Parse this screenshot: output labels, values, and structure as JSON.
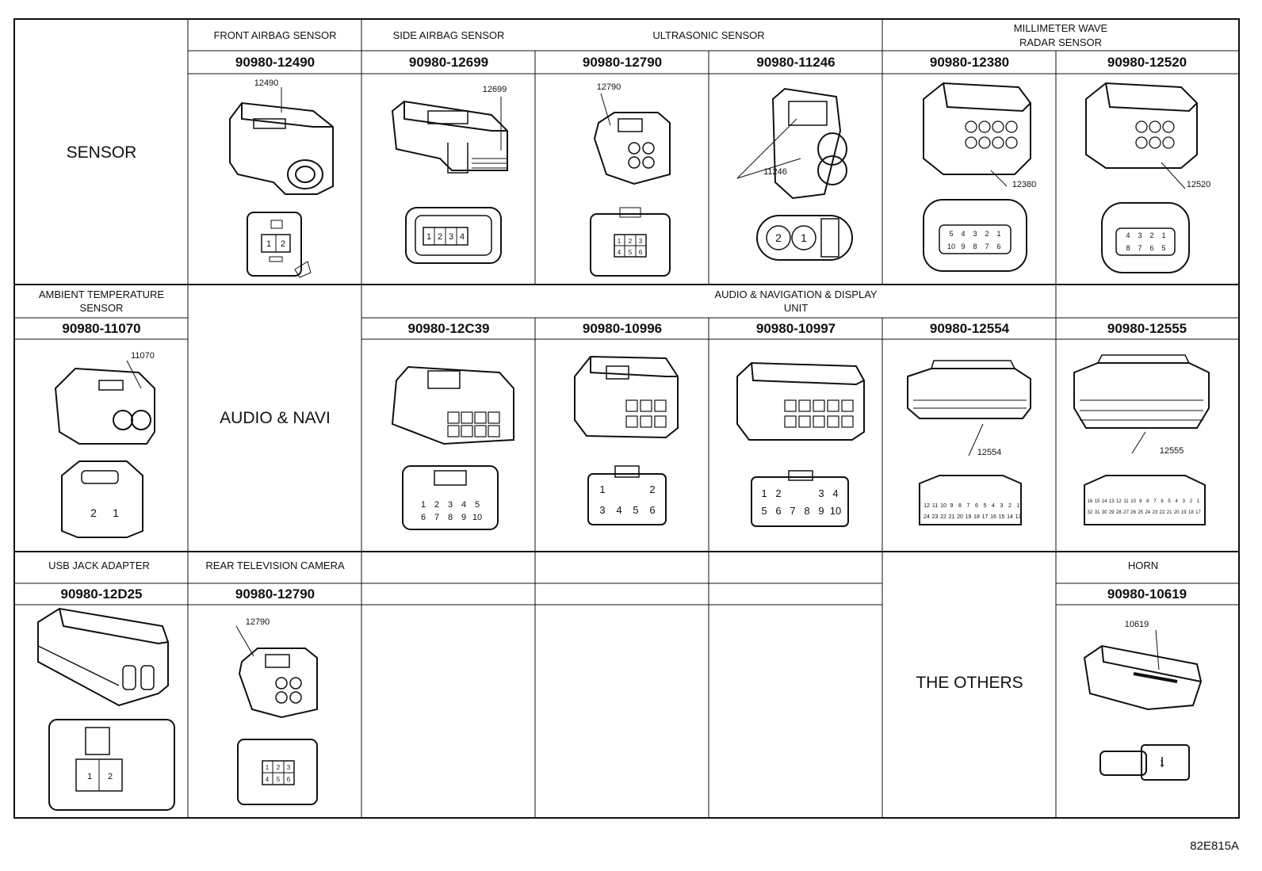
{
  "figure_code": "82E815A",
  "rows": [
    {
      "row_label": "SENSOR",
      "categories": [
        {
          "lines": [
            "FRONT AIRBAG SENSOR"
          ]
        },
        {
          "lines": [
            "SIDE AIRBAG SENSOR"
          ]
        },
        {
          "lines": [
            "ULTRASONIC SENSOR"
          ]
        },
        {
          "lines": [
            "MILLIMETER WAVE",
            "RADAR SENSOR"
          ]
        }
      ],
      "connectors": [
        {
          "part_number": "90980-12490",
          "callout": "12490",
          "pins": [
            "1",
            "2"
          ]
        },
        {
          "part_number": "90980-12699",
          "callout": "12699",
          "pins": [
            "1",
            "2",
            "3",
            "4"
          ]
        },
        {
          "part_number": "90980-12790",
          "callout": "12790",
          "pins": [
            "1",
            "2",
            "3",
            "4",
            "5",
            "6"
          ]
        },
        {
          "part_number": "90980-11246",
          "callout": "11246",
          "pins": [
            "2",
            "1"
          ]
        },
        {
          "part_number": "90980-12380",
          "callout": "12380",
          "pins": [
            "5",
            "4",
            "3",
            "2",
            "1",
            "10",
            "9",
            "8",
            "7",
            "6"
          ]
        },
        {
          "part_number": "90980-12520",
          "callout": "12520",
          "pins": [
            "4",
            "3",
            "2",
            "1",
            "8",
            "7",
            "6",
            "5"
          ]
        }
      ]
    },
    {
      "row_label": "AUDIO & NAVI",
      "categories": [
        {
          "lines": [
            "AMBIENT TEMPERATURE",
            "SENSOR"
          ]
        },
        {
          "lines": [
            "AUDIO & NAVIGATION & DISPLAY",
            "UNIT"
          ]
        }
      ],
      "connectors": [
        {
          "part_number": "90980-11070",
          "callout": "11070",
          "pins": [
            "2",
            "1"
          ]
        },
        {
          "part_number": "90980-12C39",
          "callout": "",
          "pins": [
            "1",
            "2",
            "3",
            "4",
            "5",
            "6",
            "7",
            "8",
            "9",
            "10"
          ]
        },
        {
          "part_number": "90980-10996",
          "callout": "",
          "pins": [
            "1",
            "2",
            "3",
            "4",
            "5",
            "6"
          ]
        },
        {
          "part_number": "90980-10997",
          "callout": "",
          "pins": [
            "1",
            "2",
            "3",
            "4",
            "5",
            "6",
            "7",
            "8",
            "9",
            "10"
          ]
        },
        {
          "part_number": "90980-12554",
          "callout": "12554",
          "pins": [
            "12",
            "11",
            "10",
            "9",
            "8",
            "7",
            "6",
            "5",
            "4",
            "3",
            "2",
            "1",
            "24",
            "23",
            "22",
            "21",
            "20",
            "19",
            "18",
            "17",
            "16",
            "15",
            "14",
            "13"
          ]
        },
        {
          "part_number": "90980-12555",
          "callout": "12555",
          "pins": [
            "16",
            "15",
            "14",
            "13",
            "12",
            "11",
            "10",
            "9",
            "8",
            "7",
            "6",
            "5",
            "4",
            "3",
            "2",
            "1",
            "32",
            "31",
            "30",
            "29",
            "28",
            "27",
            "26",
            "25",
            "24",
            "23",
            "22",
            "21",
            "20",
            "19",
            "18",
            "17"
          ]
        }
      ]
    },
    {
      "row_label": "THE OTHERS",
      "categories": [
        {
          "lines": [
            "USB JACK ADAPTER"
          ]
        },
        {
          "lines": [
            "REAR TELEVISION CAMERA"
          ]
        },
        {
          "lines": [
            "HORN"
          ]
        }
      ],
      "connectors": [
        {
          "part_number": "90980-12D25",
          "callout": "",
          "pins": [
            "1",
            "2"
          ]
        },
        {
          "part_number": "90980-12790",
          "callout": "12790",
          "pins": [
            "1",
            "2",
            "3",
            "4",
            "5",
            "6"
          ]
        },
        {
          "part_number": "90980-10619",
          "callout": "10619",
          "pins": [
            "1"
          ]
        }
      ]
    }
  ]
}
